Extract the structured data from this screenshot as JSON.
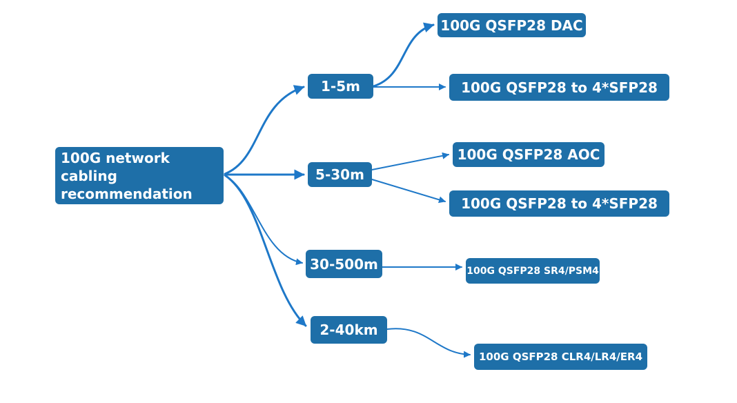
{
  "diagram": {
    "root": "100G network cabling recommendation",
    "ranges": {
      "short": "1-5m",
      "mid": "5-30m",
      "long": "30-500m",
      "far": "2-40km"
    },
    "products": {
      "dac": "100G QSFP28 DAC",
      "breakout_dac": "100G QSFP28 to 4*SFP28",
      "aoc": "100G QSFP28 AOC",
      "breakout_aoc": "100G QSFP28 to 4*SFP28",
      "sr4": "100G QSFP28 SR4/PSM4",
      "lr4": "100G QSFP28 CLR4/LR4/ER4"
    },
    "colors": {
      "node": "#1e6fa8",
      "arrow": "#1e78c8"
    }
  }
}
